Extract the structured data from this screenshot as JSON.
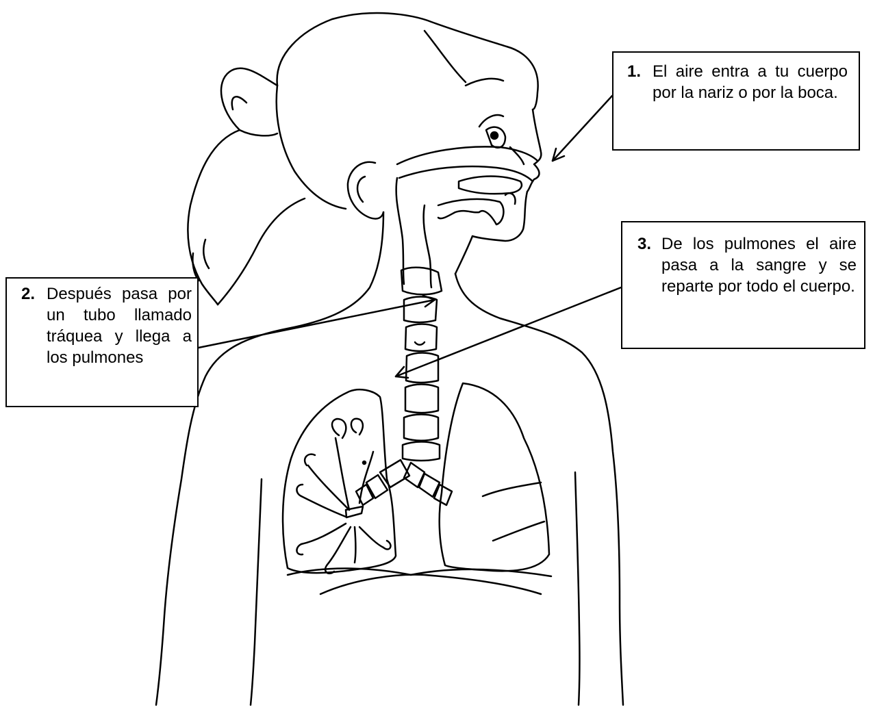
{
  "callouts": [
    {
      "number": "1.",
      "text": "El aire entra a tu cuerpo por la nariz o por la boca."
    },
    {
      "number": "2.",
      "text": "Después pasa por un tubo llamado tráquea y llega a los pulmones"
    },
    {
      "number": "3.",
      "text": "De los pulmones el aire pasa a la sangre y se reparte por todo el cuerpo."
    }
  ],
  "colors": {
    "line": "#000000",
    "background": "#ffffff"
  }
}
